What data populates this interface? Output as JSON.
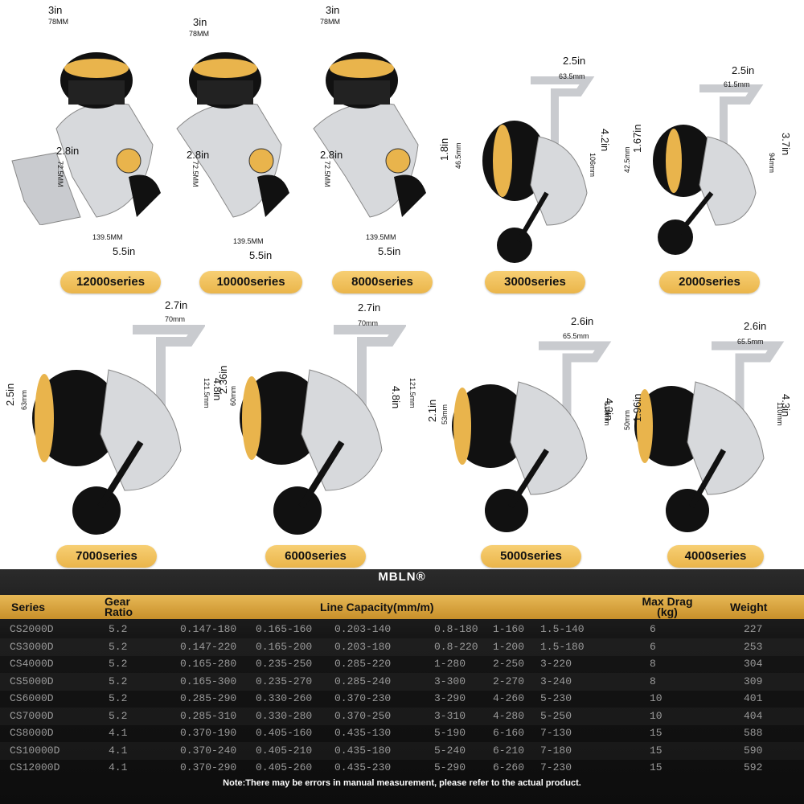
{
  "reels": [
    {
      "series": "12000series",
      "width_in": "3in",
      "width_mm": "78MM",
      "height_in": "2.8in",
      "height_mm": "72.5MM",
      "length_mm": "139.5MM",
      "length_in": "5.5in"
    },
    {
      "series": "10000series",
      "width_in": "3in",
      "width_mm": "78MM",
      "height_in": "2.8in",
      "height_mm": "72.5MM",
      "length_mm": "139.5MM",
      "length_in": "5.5in"
    },
    {
      "series": "8000series",
      "width_in": "3in",
      "width_mm": "78MM",
      "height_in": "2.8in",
      "height_mm": "72.5MM",
      "length_mm": "139.5MM",
      "length_in": "5.5in"
    },
    {
      "series": "3000series",
      "width_in": "2.5in",
      "width_mm": "63.5mm",
      "height_in": "4.2in",
      "height_mm": "106mm",
      "spool_in": "1.8in",
      "spool_mm": "46.5mm"
    },
    {
      "series": "2000series",
      "width_in": "2.5in",
      "width_mm": "61.5mm",
      "height_in": "3.7in",
      "height_mm": "94mm",
      "spool_in": "1.67in",
      "spool_mm": "42.5mm"
    },
    {
      "series": "7000series",
      "width_in": "2.7in",
      "width_mm": "70mm",
      "height_in": "4.8in",
      "height_mm": "121.5mm",
      "spool_in": "2.5in",
      "spool_mm": "63mm"
    },
    {
      "series": "6000series",
      "width_in": "2.7in",
      "width_mm": "70mm",
      "height_in": "4.8in",
      "height_mm": "121.5mm",
      "spool_in": "2.36in",
      "spool_mm": "60mm"
    },
    {
      "series": "5000series",
      "width_in": "2.6in",
      "width_mm": "65.5mm",
      "height_in": "4.3in",
      "height_mm": "110mm",
      "spool_in": "2.1in",
      "spool_mm": "53mm"
    },
    {
      "series": "4000series",
      "width_in": "2.6in",
      "width_mm": "65.5mm",
      "height_in": "4.3in",
      "height_mm": "110mm",
      "spool_in": "1.96in",
      "spool_mm": "50mm"
    }
  ],
  "table": {
    "brand": "MBLN®",
    "headers": {
      "series": "Series",
      "gear": "Gear Ratio",
      "line": "Line Capacity(mm/m)",
      "drag": "Max Drag (kg)",
      "weight": "Weight"
    },
    "rows": [
      {
        "series": "CS2000D",
        "gear": "5.2",
        "c1": "0.147-180",
        "c2": "0.165-160",
        "c3": "0.203-140",
        "c4": "0.8-180",
        "c5": "1-160",
        "c6": "1.5-140",
        "drag": "6",
        "weight": "227"
      },
      {
        "series": "CS3000D",
        "gear": "5.2",
        "c1": "0.147-220",
        "c2": "0.165-200",
        "c3": "0.203-180",
        "c4": "0.8-220",
        "c5": "1-200",
        "c6": "1.5-180",
        "drag": "6",
        "weight": "253"
      },
      {
        "series": "CS4000D",
        "gear": "5.2",
        "c1": "0.165-280",
        "c2": "0.235-250",
        "c3": "0.285-220",
        "c4": "1-280",
        "c5": "2-250",
        "c6": "3-220",
        "drag": "8",
        "weight": "304"
      },
      {
        "series": "CS5000D",
        "gear": "5.2",
        "c1": "0.165-300",
        "c2": "0.235-270",
        "c3": "0.285-240",
        "c4": "3-300",
        "c5": "2-270",
        "c6": "3-240",
        "drag": "8",
        "weight": "309"
      },
      {
        "series": "CS6000D",
        "gear": "5.2",
        "c1": "0.285-290",
        "c2": "0.330-260",
        "c3": "0.370-230",
        "c4": "3-290",
        "c5": "4-260",
        "c6": "5-230",
        "drag": "10",
        "weight": "401"
      },
      {
        "series": "CS7000D",
        "gear": "5.2",
        "c1": "0.285-310",
        "c2": "0.330-280",
        "c3": "0.370-250",
        "c4": "3-310",
        "c5": "4-280",
        "c6": "5-250",
        "drag": "10",
        "weight": "404"
      },
      {
        "series": "CS8000D",
        "gear": "4.1",
        "c1": "0.370-190",
        "c2": "0.405-160",
        "c3": "0.435-130",
        "c4": "5-190",
        "c5": "6-160",
        "c6": "7-130",
        "drag": "15",
        "weight": "588"
      },
      {
        "series": "CS10000D",
        "gear": "4.1",
        "c1": "0.370-240",
        "c2": "0.405-210",
        "c3": "0.435-180",
        "c4": "5-240",
        "c5": "6-210",
        "c6": "7-180",
        "drag": "15",
        "weight": "590"
      },
      {
        "series": "CS12000D",
        "gear": "4.1",
        "c1": "0.370-290",
        "c2": "0.405-260",
        "c3": "0.435-230",
        "c4": "5-290",
        "c5": "6-260",
        "c6": "7-230",
        "drag": "15",
        "weight": "592"
      }
    ],
    "note": "Note:There may be errors in manual measurement, please refer to the actual product."
  },
  "colors": {
    "gold": "#e9b44c",
    "silver": "#c9cbcf",
    "black": "#111111"
  }
}
